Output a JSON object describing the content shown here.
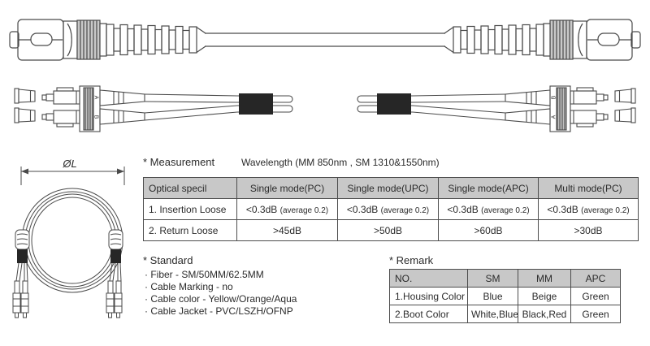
{
  "diagram": {
    "coil_dimension_label": "ØL",
    "fiber_label_a": "A",
    "fiber_label_b": "B"
  },
  "measurement": {
    "title": "* Measurement",
    "subtitle": "Wavelength (MM 850nm , SM 1310&1550nm)",
    "headers": [
      "Optical specil",
      "Single mode(PC)",
      "Single mode(UPC)",
      "Single mode(APC)",
      "Multi mode(PC)"
    ],
    "insertion": {
      "label": "1. Insertion Loose",
      "value": "<0.3dB",
      "note": "(average 0.2)"
    },
    "return": {
      "label": "2. Return Loose",
      "values": [
        ">45dB",
        ">50dB",
        ">60dB",
        ">30dB"
      ]
    }
  },
  "standard": {
    "title": "* Standard",
    "items": [
      "· Fiber - SM/50MM/62.5MM",
      "· Cable Marking - no",
      "· Cable color - Yellow/Orange/Aqua",
      "· Cable Jacket - PVC/LSZH/OFNP"
    ]
  },
  "remark": {
    "title": "* Remark",
    "headers": [
      "NO.",
      "SM",
      "MM",
      "APC"
    ],
    "rows": [
      [
        "1.Housing Color",
        "Blue",
        "Beige",
        "Green"
      ],
      [
        "2.Boot Color",
        "White,Blue",
        "Black,Red",
        "Green"
      ]
    ]
  },
  "colors": {
    "line": "#4a4a4a",
    "band": "#262626",
    "table_header_bg": "#c8c8c8"
  }
}
